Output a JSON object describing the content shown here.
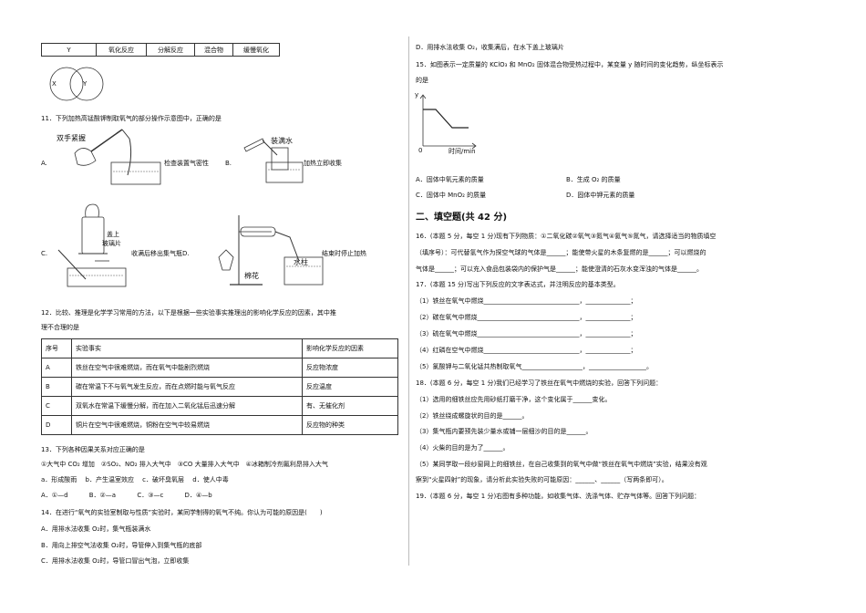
{
  "top_table": {
    "cells": [
      "Y",
      "氧化反应",
      "分解反应",
      "混合物",
      "缓慢氧化"
    ]
  },
  "venn": {
    "left": "X",
    "right": "Y"
  },
  "q11": {
    "stem": "11．下列加热高锰酸钾制取氧气的部分操作示意图中，正确的是",
    "labelA": "A.",
    "figA": "双手紧握",
    "textA": "检查装置气密性",
    "labelB": "B.",
    "figB": "装满水",
    "textB": "加热立即收集",
    "labelC": "C.",
    "figC1": "盖上",
    "figC2": "玻璃片",
    "textC": "收满后移出集气瓶D.",
    "figD1": "棉花",
    "figD2": "水柱",
    "textD": "结束时停止加热"
  },
  "q12": {
    "stem1": "12．比较、推理是化学学习常用的方法，以下是根据一些实验事实推理出的影响化学反应的因素，其中推",
    "stem2": "理不合理的是",
    "headers": [
      "序号",
      "实验事实",
      "影响化学反应的因素"
    ],
    "rows": [
      [
        "A",
        "铁丝在空气中很难燃烧，而在氧气中能剧烈燃烧",
        "反应物浓度"
      ],
      [
        "B",
        "碳在常温下不与氧气发生反应，而在点燃时能与氧气反应",
        "反应温度"
      ],
      [
        "C",
        "双氧水在常温下缓慢分解，而在加入二氧化锰后迅速分解",
        "有、无催化剂"
      ],
      [
        "D",
        "铜片在空气中很难燃烧，铜粉在空气中较易燃烧",
        "反应物的种类"
      ]
    ]
  },
  "q13": {
    "stem": "13．下列各种因果关系对应正确的是",
    "causes": "①大气中 CO₂ 增加　②SO₂、NO₂ 排入大气中　③CO 大量排入大气中　④冰箱制冷剂氟利昂排入大气",
    "effects": "a．形成酸雨　 b．产生温室效应　 c．破坏臭氧层　 d．使人中毒",
    "options": "A．①—d　　　 B．②—a　　　 C．③—c　　　 D．④—b"
  },
  "q14": {
    "stem": "14．在进行“氧气的实验室制取与性质”实验时，某同学制得的氧气不纯。你认为可能的原因是(　　)",
    "A": "A．用排水法收集 O₂时，集气瓶装满水",
    "B": "B．用向上排空气法收集 O₂时，导管伸入到集气瓶的底部",
    "C": "C．用排水法收集 O₂时，导管口冒出气泡，立即收集",
    "D": "D．用排水法收集 O₂，收集满后，在水下盖上玻璃片"
  },
  "q15": {
    "stem1": "15．如图表示一定质量的 KClO₃ 和 MnO₂ 固体混合物受热过程中，某变量 y 随时间的变化趋势，纵坐标表示",
    "stem2": "的是",
    "graph_y": "y",
    "graph_origin": "0",
    "graph_x": "时间/min",
    "A": "A．固体中氧元素的质量",
    "B": "B．生成 O₂ 的质量",
    "C": "C．固体中 MnO₂ 的质量",
    "D": "D．固体中钾元素的质量"
  },
  "section2": {
    "title": "二、填空题(共 42 分)"
  },
  "q16": {
    "line1": "16．(本题 5 分，每空 1 分)现有下列物质：①二氧化碳②氧气③氮气④氦气⑤氮气，请选择适当的物质填空",
    "line2": "（填序号）：可代替氢气作为探空气球的气体是______；能使带火星的木条复燃的是______；可以燃烧的",
    "line3": "气体是______；可以充入食品包装袋内的保护气是______；能使澄清的石灰水变浑浊的气体是______。"
  },
  "q17": {
    "stem": "17．(本题 15 分)写出下列反应的文字表达式，并注明反应的基本类型。",
    "items": [
      "（1）铁丝在氧气中燃烧______________________________，______________；",
      "（2）碳在氧气中燃烧________________________________，______________；",
      "（3）硫在氧气中燃烧________________________________，______________；",
      "（4）红磷在空气中燃烧______________________________，______________；",
      "（5）氯酸钾与二氧化锰共热制取氧气___________________，__________________。"
    ]
  },
  "q18": {
    "stem": "18．(本题 6 分，每空 1 分)我们已经学习了铁丝在氧气中燃烧的实验，回答下列问题：",
    "items": [
      "（1）选用的细铁丝应先用砂纸打磨干净，这个变化属于______变化。",
      "（2）铁丝绕成螺旋状的目的是______。",
      "（3）集气瓶内要预先装少量水或铺一层细沙的目的是______。",
      "（4）火柴的目的是为了______。",
      "（5）某同学取一段纱窗网上的细铁丝，在自己收集到的氧气中做“铁丝在氧气中燃烧”实验，结果没有观",
      "察到“火星四射”的现象，请分析此实验失败的可能原因：______、______（写两条即可）。"
    ]
  },
  "q19": {
    "stem": "19．(本题 6 分，每空 1 分)右图有多种功能，如收集气体、洗涤气体、贮存气体等。回答下列问题："
  }
}
